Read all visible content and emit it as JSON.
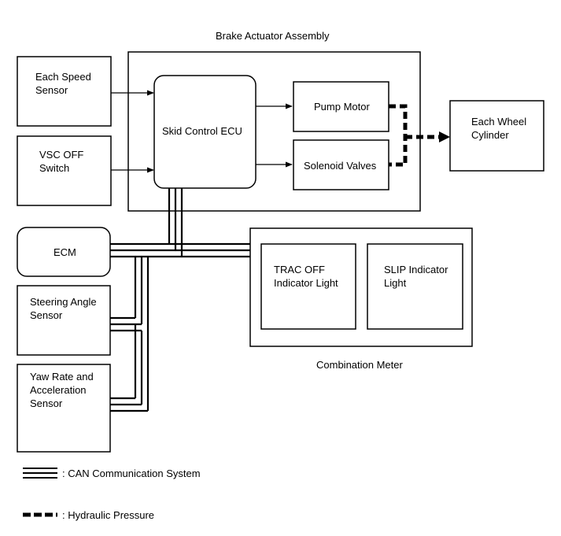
{
  "assembly": {
    "title": "Brake Actuator Assembly"
  },
  "blocks": {
    "each_speed_sensor": "Each Speed\nSensor",
    "vsc_off_switch": "VSC OFF\nSwitch",
    "skid_control_ecu": "Skid Control ECU",
    "pump_motor": "Pump Motor",
    "solenoid_valves": "Solenoid Valves",
    "each_wheel_cylinder": "Each Wheel\nCylinder",
    "ecm": "ECM",
    "steering_angle_sensor": "Steering Angle\nSensor",
    "yaw_rate_sensor": "Yaw Rate and\nAcceleration\nSensor",
    "trac_off_light": "TRAC OFF\nIndicator Light",
    "slip_indicator_light": "SLIP Indicator\nLight"
  },
  "combination_meter": {
    "title": "Combination Meter"
  },
  "legend": {
    "can": ": CAN Communication System",
    "hydraulic": ": Hydraulic Pressure"
  }
}
